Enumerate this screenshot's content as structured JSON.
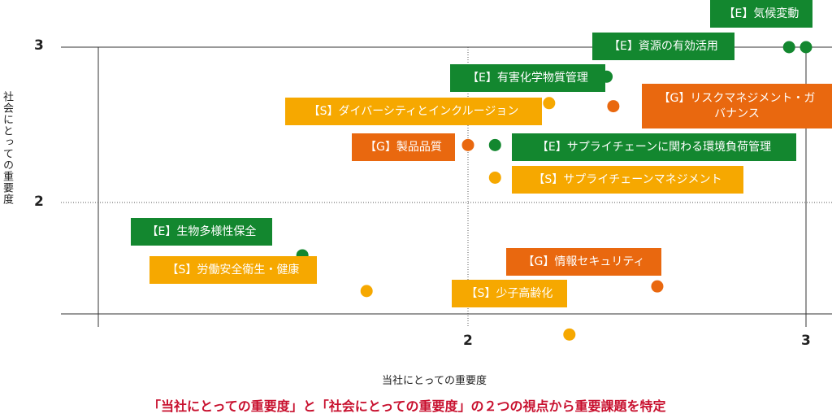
{
  "chart_data": {
    "type": "scatter",
    "xlabel": "当社にとっての重要度",
    "ylabel": "社会にとっての重要度",
    "x_ticks": [
      "2",
      "3"
    ],
    "y_ticks": [
      "3",
      "2"
    ],
    "caption": "「当社にとっての重要度」と「社会にとっての重要度」の２つの視点から重要課題を特定",
    "colors": {
      "E": "#13872f",
      "S": "#f6a800",
      "G": "#e9680f"
    },
    "points": [
      {
        "label": "【E】気候変動",
        "category": "E",
        "x": 3.0,
        "y": 3.0
      },
      {
        "label": "【E】資源の有効活用",
        "category": "E",
        "x": 2.95,
        "y": 3.0
      },
      {
        "label": "【E】有害化学物質管理",
        "category": "E",
        "x": 2.41,
        "y": 2.81
      },
      {
        "label": "【G】リスクマネジメント・ガバナンス",
        "category": "G",
        "x": 2.43,
        "y": 2.62
      },
      {
        "label": "【S】ダイバーシティとインクルージョン",
        "category": "S",
        "x": 2.24,
        "y": 2.64
      },
      {
        "label": "【G】製品品質",
        "category": "G",
        "x": 2.0,
        "y": 2.37
      },
      {
        "label": "【E】サプライチェーンに関わる環境負荷管理",
        "category": "E",
        "x": 2.08,
        "y": 2.37
      },
      {
        "label": "【S】サプライチェーンマネジメント",
        "category": "S",
        "x": 2.08,
        "y": 2.16
      },
      {
        "label": "【E】生物多様性保全",
        "category": "E",
        "x": 1.51,
        "y": 1.66
      },
      {
        "label": "【S】労働安全衛生・健康",
        "category": "S",
        "x": 1.7,
        "y": 1.43
      },
      {
        "label": "【G】情報セキュリティ",
        "category": "G",
        "x": 2.56,
        "y": 1.46
      },
      {
        "label": "【S】少子高齢化",
        "category": "S",
        "x": 2.3,
        "y": 1.15
      }
    ]
  }
}
